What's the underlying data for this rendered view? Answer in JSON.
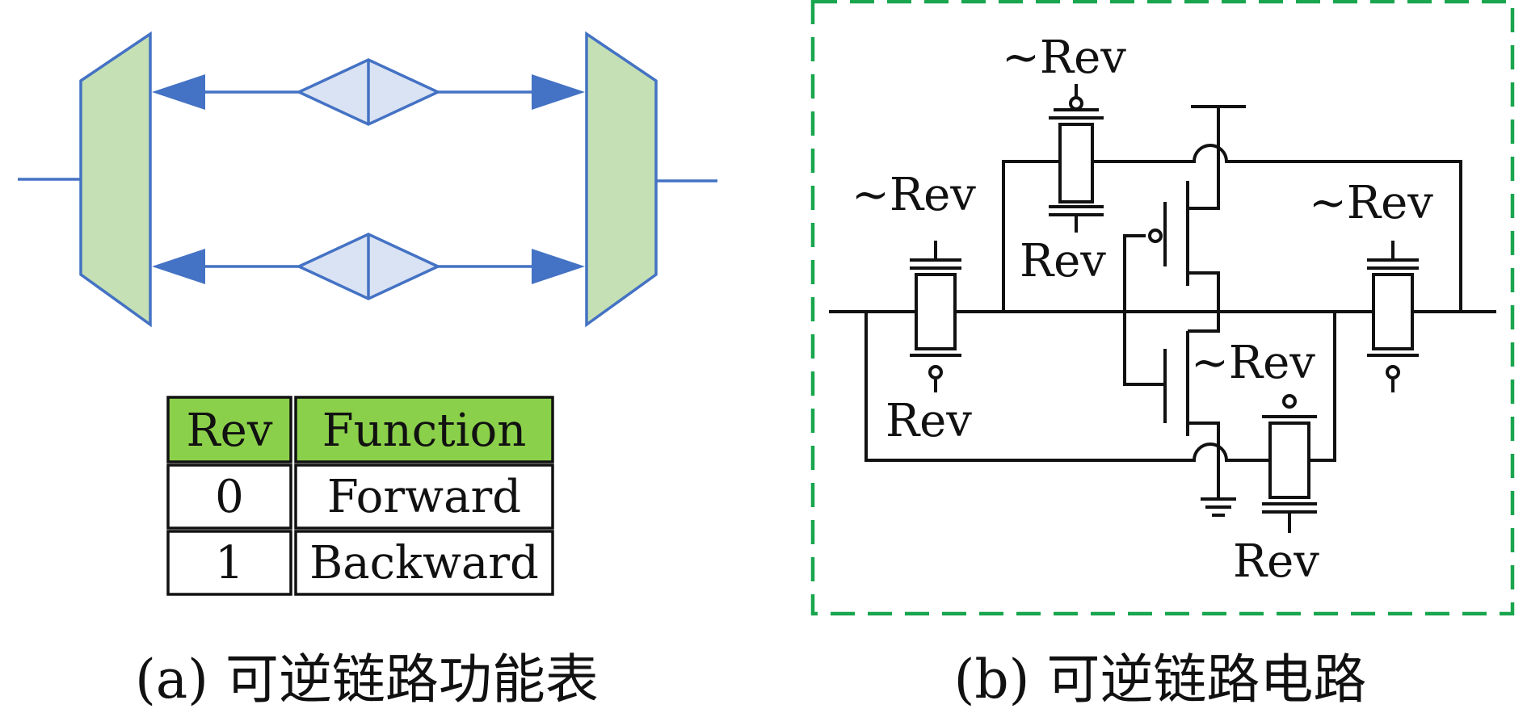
{
  "colors": {
    "mux_fill": "#C5E0B4",
    "diamond_fill": "#DAE3F3",
    "link_blue": "#4472C4",
    "table_header_fill": "#8BD04A",
    "dashed_border": "#19A64E",
    "wire": "#111111"
  },
  "table": {
    "headers": [
      "Rev",
      "Function"
    ],
    "rows": [
      [
        "0",
        "Forward"
      ],
      [
        "1",
        "Backward"
      ]
    ]
  },
  "circuit": {
    "labels": {
      "top_not_rev": "~Rev",
      "top_rev": "Rev",
      "left_not_rev": "~Rev",
      "left_rev": "Rev",
      "right_not_rev": "~Rev",
      "bottom_not_rev": "~Rev",
      "bottom_rev": "Rev"
    }
  },
  "captions": {
    "a": "(a) 可逆链路功能表",
    "b": "(b) 可逆链路电路"
  }
}
